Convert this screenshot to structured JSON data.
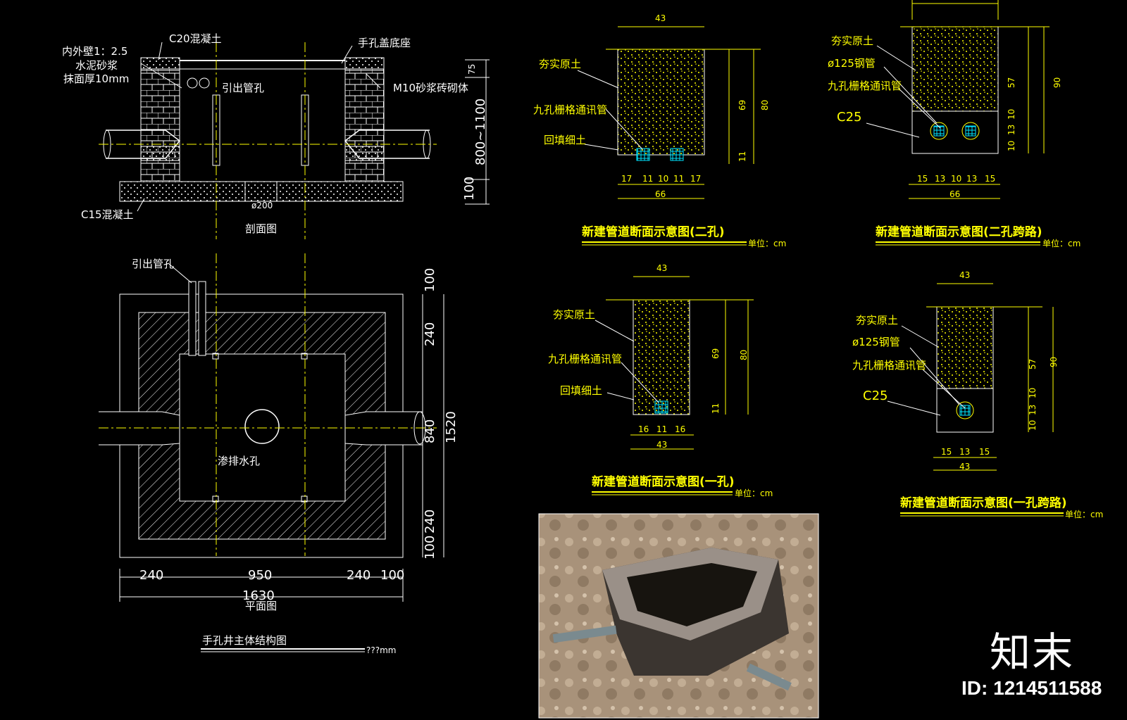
{
  "section_view": {
    "labels": {
      "c20": "C20混凝土",
      "wall_ratio": "内外壁1：2.5",
      "mortar": "水泥砂浆",
      "plaster": "抹面厚10mm",
      "cover_seat": "手孔盖底座",
      "outlet_hole": "引出管孔",
      "masonry": "M10砂浆砖砌体",
      "c15": "C15混凝土",
      "drain_dia": "ø200",
      "caption": "剖面图"
    },
    "dims": {
      "d75": "75",
      "d800": "800~1100",
      "d100": "100"
    }
  },
  "plan_view": {
    "labels": {
      "outlet_hole": "引出管孔",
      "drain_hole": "渗排水孔",
      "caption": "平面图"
    },
    "dims": {
      "r100a": "100",
      "r240a": "240",
      "r840": "840",
      "r1520": "1520",
      "r240b": "240",
      "r100b": "100",
      "b240a": "240",
      "b950": "950",
      "b240b": "240",
      "b100": "100",
      "b1630": "1630"
    }
  },
  "main_title": {
    "text": "手孔井主体结构图",
    "unit": "???mm"
  },
  "sections": [
    {
      "title": "新建管道断面示意图(二孔)",
      "unit": "单位：cm",
      "labels": [
        "夯实原土",
        "九孔栅格通讯管",
        "回填细土"
      ],
      "dims": {
        "top": "43",
        "h1": "69",
        "h2": "80",
        "h3": "11",
        "b1": "17",
        "b2": "11",
        "b3": "10",
        "b4": "11",
        "b5": "17",
        "total": "66"
      }
    },
    {
      "title": "新建管道断面示意图(二孔跨路)",
      "unit": "单位：cm",
      "labels": [
        "夯实原土",
        "ø125钢管",
        "九孔栅格通讯管",
        "C25"
      ],
      "dims": {
        "h1": "57",
        "h2": "90",
        "h3": "10",
        "h4": "13",
        "h5": "10",
        "b1": "15",
        "b2": "13",
        "b3": "10",
        "b4": "13",
        "b5": "15",
        "total": "66"
      }
    },
    {
      "title": "新建管道断面示意图(一孔)",
      "unit": "单位：cm",
      "labels": [
        "夯实原土",
        "九孔栅格通讯管",
        "回填细土"
      ],
      "dims": {
        "top": "43",
        "h1": "69",
        "h2": "80",
        "h3": "11",
        "b1": "16",
        "b2": "11",
        "b3": "16",
        "total": "43"
      }
    },
    {
      "title": "新建管道断面示意图(一孔跨路)",
      "unit": "单位：cm",
      "labels": [
        "夯实原土",
        "ø125钢管",
        "九孔栅格通讯管",
        "C25"
      ],
      "dims": {
        "top": "43",
        "h1": "57",
        "h2": "90",
        "h3": "10",
        "h4": "13",
        "h5": "10",
        "b1": "15",
        "b2": "13",
        "b3": "15",
        "total": "43"
      }
    }
  ],
  "watermark": {
    "brand": "知末",
    "id": "ID: 1214511588"
  },
  "colors": {
    "line": "#ffffff",
    "accent": "#ffff00",
    "grid": "#00e5ff",
    "background": "#000000"
  }
}
